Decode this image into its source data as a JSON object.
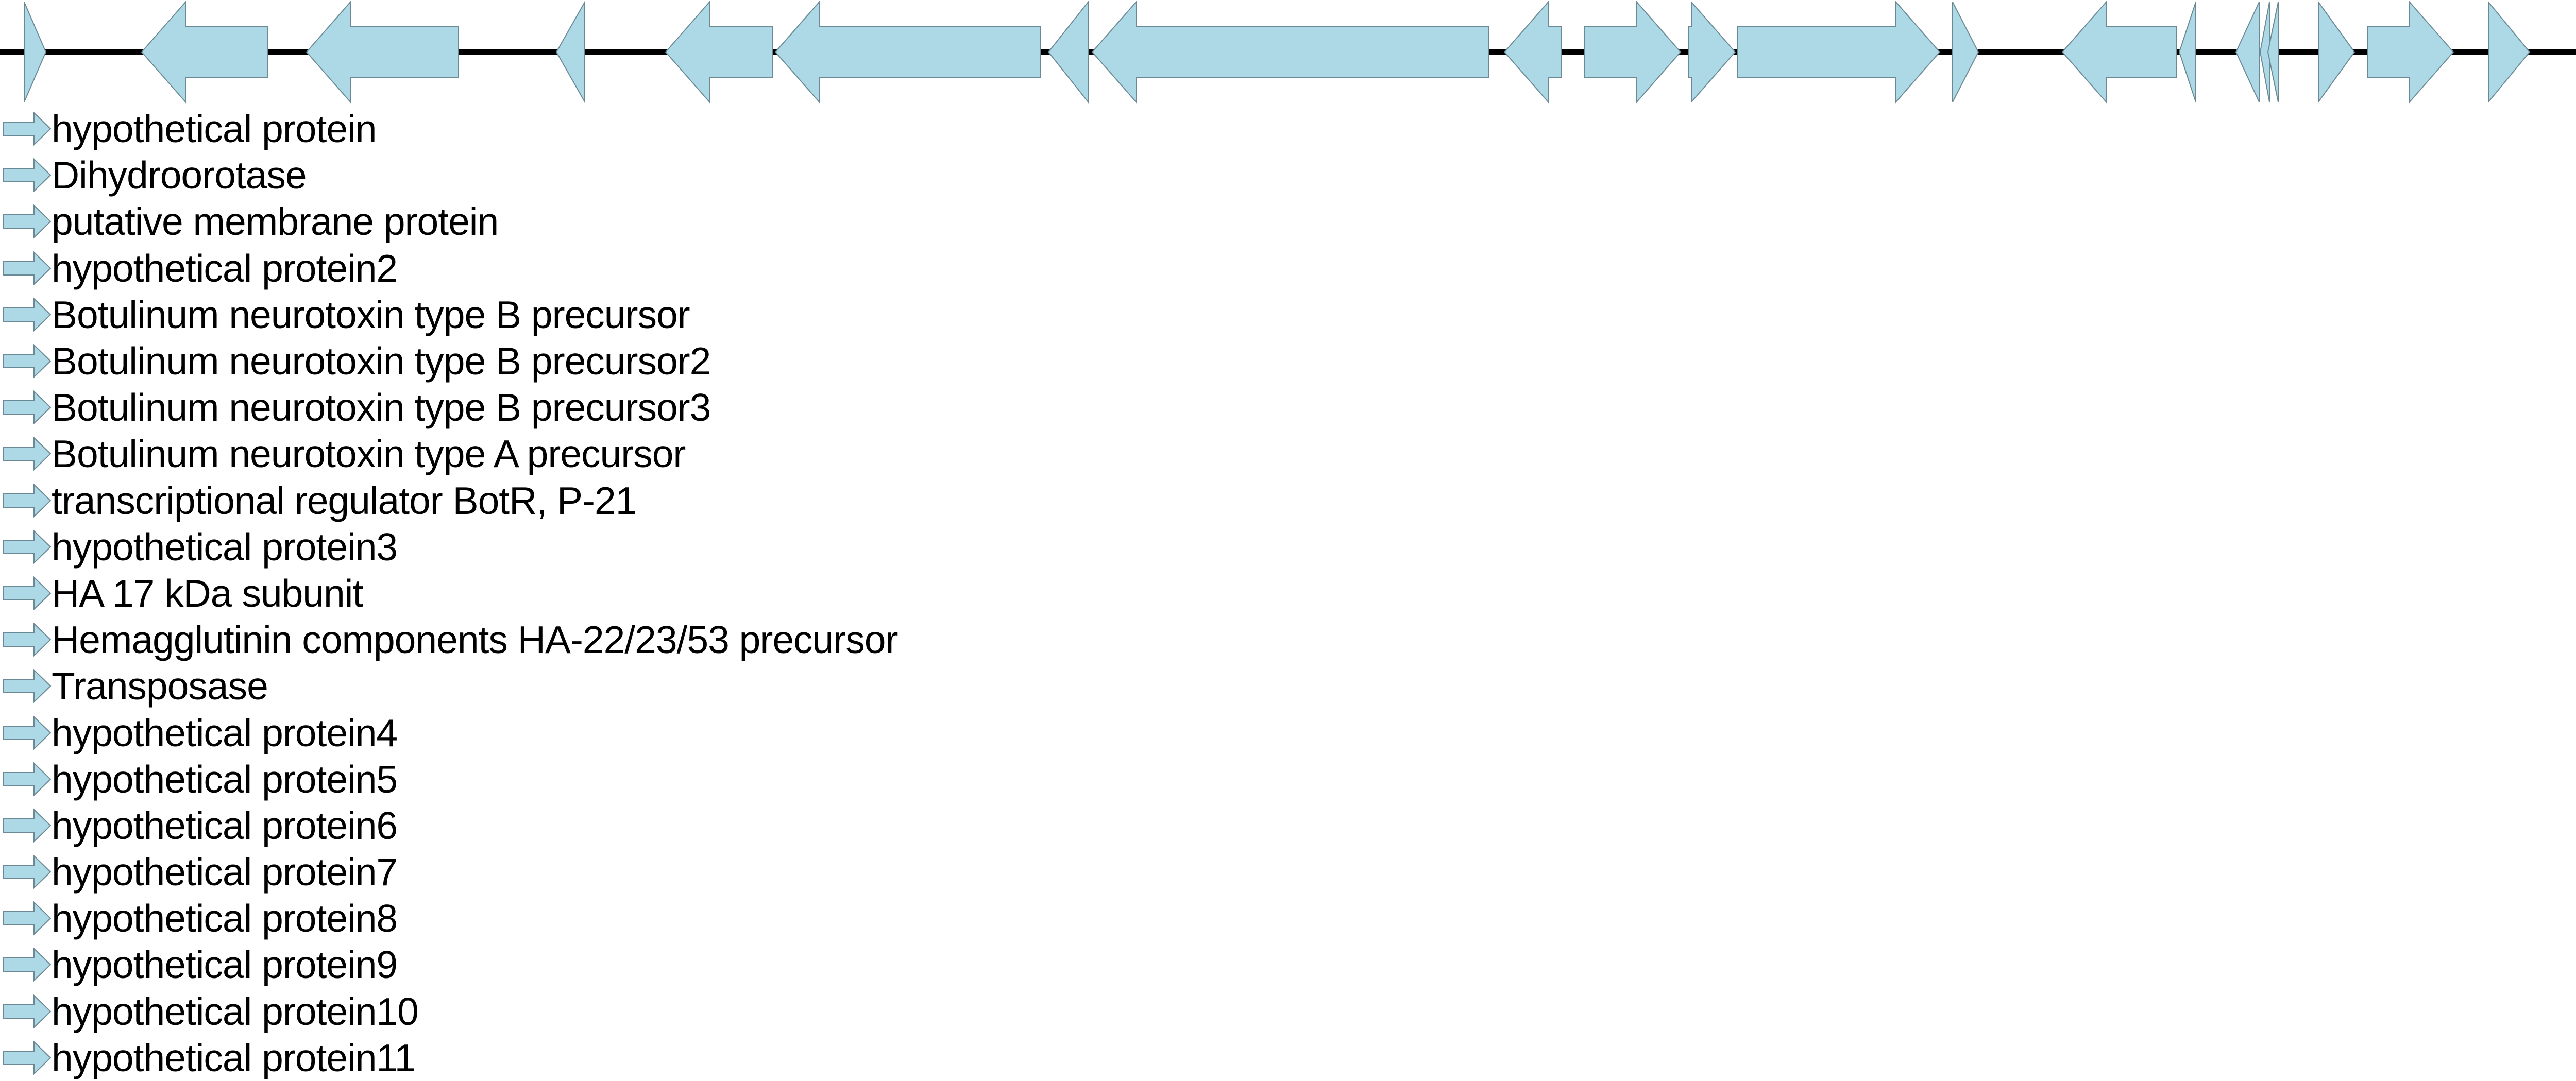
{
  "colors": {
    "gene_fill": "#add8e6",
    "gene_stroke": "#6b8a96",
    "backbone": "#000000",
    "text": "#000000"
  },
  "legend_icon": "right-arrow-gene-icon",
  "genes": [
    {
      "label": "hypothetical protein",
      "strand": "+",
      "start": 47,
      "end": 89
    },
    {
      "label": "Dihydroorotase",
      "strand": "-",
      "start": 275,
      "end": 520
    },
    {
      "label": "putative membrane protein",
      "strand": "-",
      "start": 595,
      "end": 890
    },
    {
      "label": "hypothetical protein2",
      "strand": "-",
      "start": 1080,
      "end": 1135
    },
    {
      "label": "Botulinum neurotoxin type B precursor",
      "strand": "-",
      "start": 1292,
      "end": 1500
    },
    {
      "label": "Botulinum neurotoxin type B precursor2",
      "strand": "-",
      "start": 1505,
      "end": 2020
    },
    {
      "label": "Botulinum neurotoxin type B precursor3",
      "strand": "-",
      "start": 2035,
      "end": 2112
    },
    {
      "label": "Botulinum neurotoxin type A precursor",
      "strand": "-",
      "start": 2120,
      "end": 2890
    },
    {
      "label": "transcriptional regulator BotR, P-21",
      "strand": "-",
      "start": 2920,
      "end": 3030
    },
    {
      "label": "hypothetical protein3",
      "strand": "+",
      "start": 3075,
      "end": 3262
    },
    {
      "label": "HA 17 kDa subunit",
      "strand": "+",
      "start": 3278,
      "end": 3368
    },
    {
      "label": "Hemagglutinin components HA-22/23/53 precursor",
      "strand": "+",
      "start": 3372,
      "end": 3765
    },
    {
      "label": "Transposase",
      "strand": "+",
      "start": 3790,
      "end": 3840
    },
    {
      "label": "hypothetical protein4",
      "strand": "-",
      "start": 4003,
      "end": 4225
    },
    {
      "label": "hypothetical protein5",
      "strand": "-",
      "start": 4230,
      "end": 4262
    },
    {
      "label": "hypothetical protein6",
      "strand": "-",
      "start": 4340,
      "end": 4385
    },
    {
      "label": "hypothetical protein7",
      "strand": "-",
      "start": 4387,
      "end": 4405
    },
    {
      "label": "hypothetical protein8",
      "strand": "-",
      "start": 4402,
      "end": 4422
    },
    {
      "label": "hypothetical protein9",
      "strand": "+",
      "start": 4500,
      "end": 4570
    },
    {
      "label": "hypothetical protein10",
      "strand": "+",
      "start": 4595,
      "end": 4762
    },
    {
      "label": "hypothetical protein11",
      "strand": "+",
      "start": 4830,
      "end": 4910
    }
  ]
}
